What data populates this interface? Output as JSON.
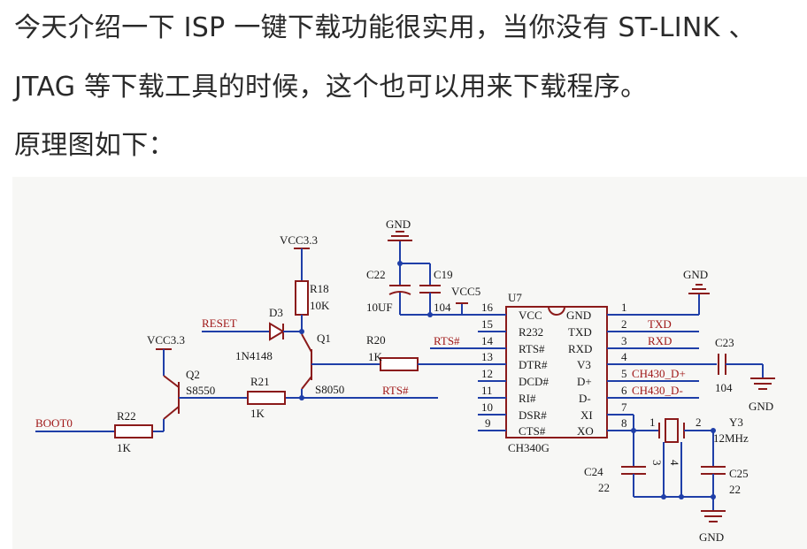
{
  "text": {
    "line1": "今天介绍一下 ISP 一键下载功能很实用，当你没有 ST-LINK 、",
    "line2": "JTAG 等下载工具的时候，这个也可以用来下载程序。",
    "line3": "原理图如下："
  },
  "schematic": {
    "power": {
      "vcc33_top": "VCC3.3",
      "vcc33_left": "VCC3.3",
      "vcc5": "VCC5",
      "gnd_top": "GND",
      "gnd_right": "GND",
      "gnd_cap": "GND",
      "gnd_bottom": "GND"
    },
    "nets": {
      "reset": "RESET",
      "boot0": "BOOT0",
      "rts_top": "RTS#",
      "rts_bottom": "RTS#",
      "txd": "TXD",
      "rxd": "RXD",
      "dplus": "CH430_D+",
      "dminus": "CH430_D-"
    },
    "components": {
      "r18_ref": "R18",
      "r18_val": "10K",
      "d3_ref": "D3",
      "d3_val": "1N4148",
      "q1_ref": "Q1",
      "q1_val": "S8050",
      "q2_ref": "Q2",
      "q2_val": "S8550",
      "r20_ref": "R20",
      "r20_val": "1K",
      "r21_ref": "R21",
      "r21_val": "1K",
      "r22_ref": "R22",
      "r22_val": "1K",
      "c22_ref": "C22",
      "c22_val": "10UF",
      "c19_ref": "C19",
      "c19_val": "104",
      "c23_ref": "C23",
      "c23_val": "104",
      "c24_ref": "C24",
      "c24_val": "22",
      "c25_ref": "C25",
      "c25_val": "22",
      "y3_ref": "Y3",
      "y3_val": "12MHz",
      "y3_pin1": "1",
      "y3_pin2": "2",
      "y3_pin3": "3",
      "y3_pin4": "4"
    },
    "ic": {
      "ref": "U7",
      "name": "CH340G",
      "left_pins": [
        {
          "num": "16",
          "name": "VCC"
        },
        {
          "num": "15",
          "name": "R232"
        },
        {
          "num": "14",
          "name": "RTS#"
        },
        {
          "num": "13",
          "name": "DTR#"
        },
        {
          "num": "12",
          "name": "DCD#"
        },
        {
          "num": "11",
          "name": "RI#"
        },
        {
          "num": "10",
          "name": "DSR#"
        },
        {
          "num": "9",
          "name": "CTS#"
        }
      ],
      "right_pins": [
        {
          "num": "1",
          "name": "GND"
        },
        {
          "num": "2",
          "name": "TXD"
        },
        {
          "num": "3",
          "name": "RXD"
        },
        {
          "num": "4",
          "name": "V3"
        },
        {
          "num": "5",
          "name": "D+"
        },
        {
          "num": "6",
          "name": "D-"
        },
        {
          "num": "7",
          "name": "XI"
        },
        {
          "num": "8",
          "name": "XO"
        }
      ]
    }
  },
  "colors": {
    "wire": "#1f3fa8",
    "component": "#8b1a1a",
    "net_label": "#a01818",
    "background": "#f7f7f5"
  }
}
